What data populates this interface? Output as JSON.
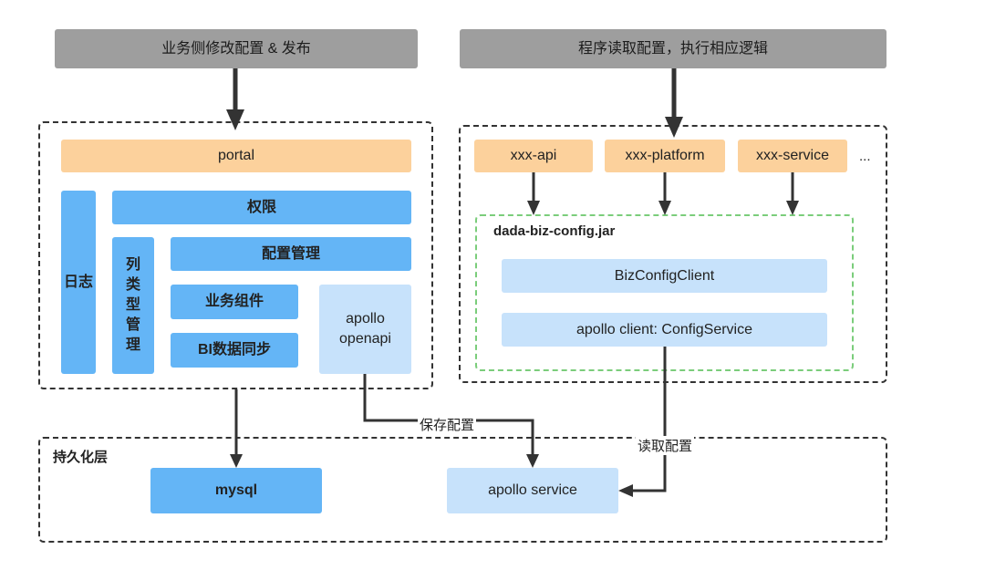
{
  "top": {
    "business_action": "业务侧修改配置 & 发布",
    "program_action": "程序读取配置，执行相应逻辑"
  },
  "left_group": {
    "portal": "portal",
    "log": "日志",
    "permission": "权限",
    "config_mgmt": "配置管理",
    "column_type_mgmt": [
      "列",
      "类",
      "型",
      "管",
      "理"
    ],
    "biz_component": "业务组件",
    "bi_sync": "BI数据同步",
    "apollo_openapi": [
      "apollo",
      "openapi"
    ]
  },
  "right_group": {
    "services": [
      "xxx-api",
      "xxx-platform",
      "xxx-service"
    ],
    "ellipsis": "...",
    "jar_label": "dada-biz-config.jar",
    "biz_config_client": "BizConfigClient",
    "apollo_client": "apollo client: ConfigService"
  },
  "persistence": {
    "label": "持久化层",
    "mysql": "mysql",
    "apollo_service": "apollo service"
  },
  "edges": {
    "save_config": "保存配置",
    "read_config": "读取配置"
  }
}
